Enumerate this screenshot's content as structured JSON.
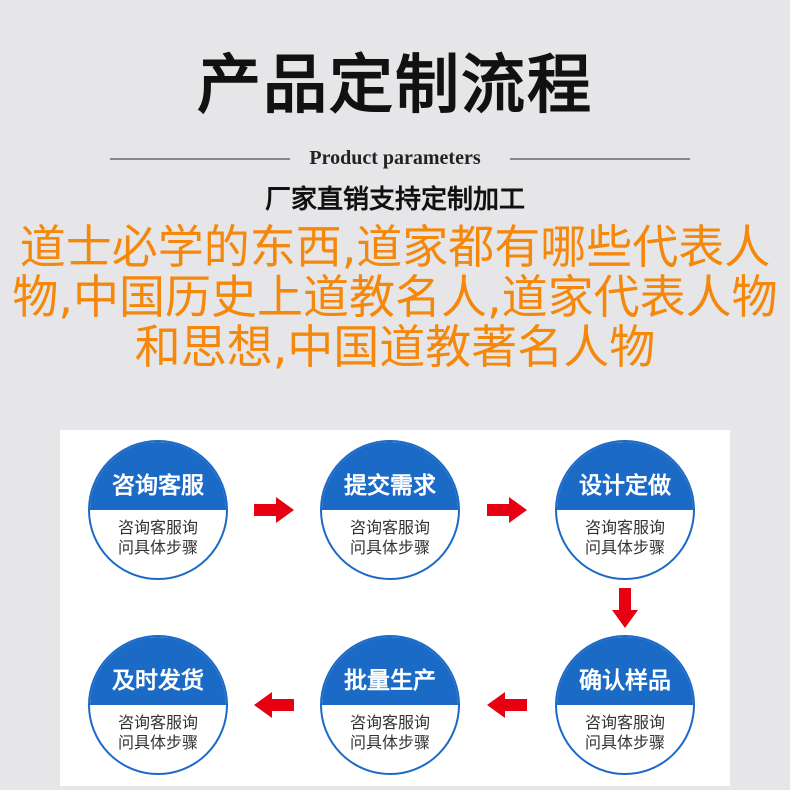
{
  "header": {
    "title": "产品定制流程",
    "subtitle_en": "Product parameters",
    "subtitle_cn": "厂家直销支持定制加工"
  },
  "steps": [
    {
      "label": "咨询客服",
      "desc1": "咨询客服询",
      "desc2": "问具体步骤"
    },
    {
      "label": "提交需求",
      "desc1": "咨询客服询",
      "desc2": "问具体步骤"
    },
    {
      "label": "设计定做",
      "desc1": "咨询客服询",
      "desc2": "问具体步骤"
    },
    {
      "label": "确认样品",
      "desc1": "咨询客服询",
      "desc2": "问具体步骤"
    },
    {
      "label": "批量生产",
      "desc1": "咨询客服询",
      "desc2": "问具体步骤"
    },
    {
      "label": "及时发货",
      "desc1": "咨询客服询",
      "desc2": "问具体步骤"
    }
  ],
  "overlay_text": "道士必学的东西,道家都有哪些代表人物,中国历史上道教名人,道家代表人物和思想,中国道教著名人物",
  "colors": {
    "blue": "#1a6ac6",
    "arrow": "#e60012",
    "overlay": "#f5870a"
  }
}
